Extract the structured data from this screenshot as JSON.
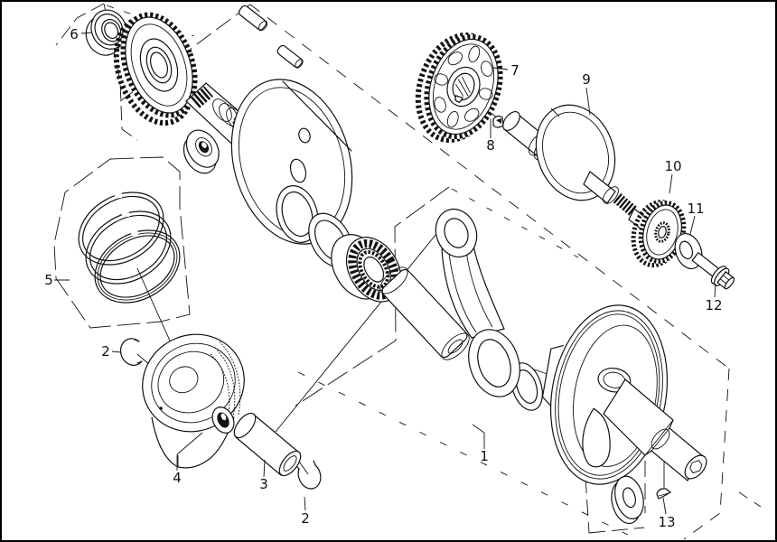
{
  "diagram": {
    "colors": {
      "ink": "#111111",
      "background": "#ffffff"
    },
    "callouts": {
      "c1": "1",
      "c2_left": "2",
      "c2_bottom": "2",
      "c3": "3",
      "c4": "4",
      "c5": "5",
      "c6": "6",
      "c7": "7",
      "c8": "8",
      "c9": "9",
      "c10": "10",
      "c11": "11",
      "c12": "12",
      "c13": "13"
    }
  }
}
